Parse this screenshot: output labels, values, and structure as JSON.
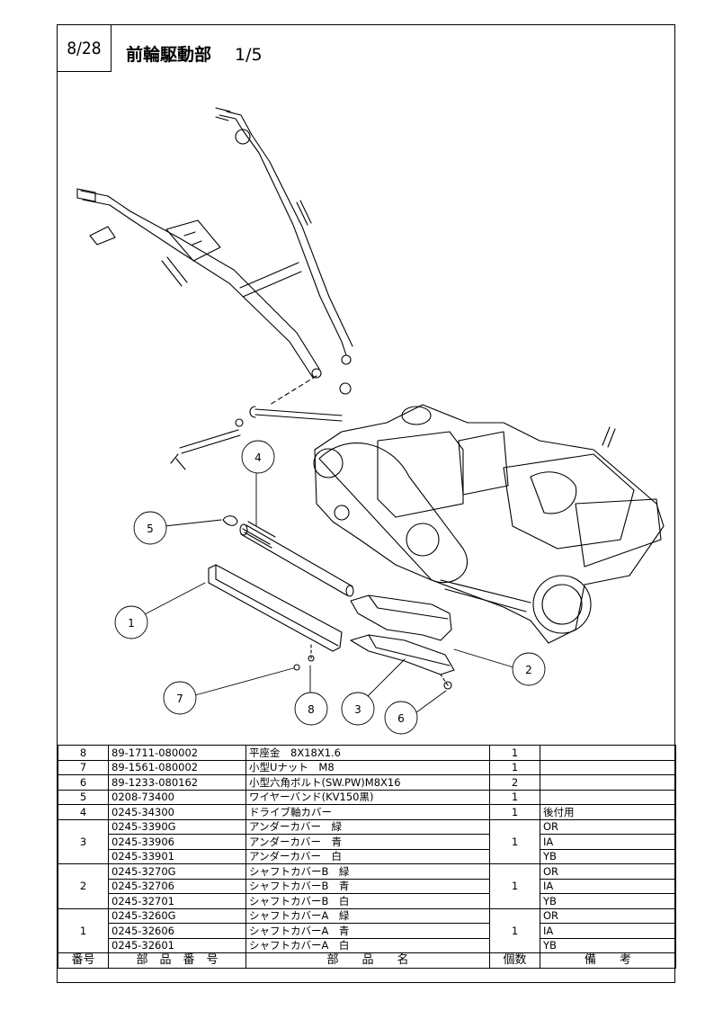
{
  "header": {
    "page": "8/28",
    "title": "前輪駆動部",
    "subtitle": "1/5"
  },
  "callouts": [
    "1",
    "2",
    "3",
    "4",
    "5",
    "6",
    "7",
    "8"
  ],
  "table": {
    "headers": {
      "no": "番号",
      "part_number": "部　品　番　号",
      "part_name": "部　　品　　名",
      "qty": "個数",
      "remarks": "備　　考"
    },
    "rows": [
      {
        "no": "8",
        "part_number": "89-1711-080002",
        "part_name": "平座金　8X18X1.6",
        "qty": "1",
        "remarks": ""
      },
      {
        "no": "7",
        "part_number": "89-1561-080002",
        "part_name": "小型Uナット　M8",
        "qty": "1",
        "remarks": ""
      },
      {
        "no": "6",
        "part_number": "89-1233-080162",
        "part_name": "小型六角ボルト(SW.PW)M8X16",
        "qty": "2",
        "remarks": ""
      },
      {
        "no": "5",
        "part_number": "0208-73400",
        "part_name": "ワイヤーバンド(KV150黒)",
        "qty": "1",
        "remarks": ""
      },
      {
        "no": "4",
        "part_number": "0245-34300",
        "part_name": "ドライブ軸カバー",
        "qty": "1",
        "remarks": "後付用"
      },
      {
        "no": "3",
        "part_number": "0245-3390G",
        "part_name": "アンダーカバー　緑",
        "qty": "1",
        "remarks": "OR"
      },
      {
        "no": "",
        "part_number": "0245-33906",
        "part_name": "アンダーカバー　青",
        "qty": "",
        "remarks": "IA"
      },
      {
        "no": "",
        "part_number": "0245-33901",
        "part_name": "アンダーカバー　白",
        "qty": "",
        "remarks": "YB"
      },
      {
        "no": "2",
        "part_number": "0245-3270G",
        "part_name": "シャフトカバーB　緑",
        "qty": "1",
        "remarks": "OR"
      },
      {
        "no": "",
        "part_number": "0245-32706",
        "part_name": "シャフトカバーB　青",
        "qty": "",
        "remarks": "IA"
      },
      {
        "no": "",
        "part_number": "0245-32701",
        "part_name": "シャフトカバーB　白",
        "qty": "",
        "remarks": "YB"
      },
      {
        "no": "1",
        "part_number": "0245-3260G",
        "part_name": "シャフトカバーA　緑",
        "qty": "1",
        "remarks": "OR"
      },
      {
        "no": "",
        "part_number": "0245-32606",
        "part_name": "シャフトカバーA　青",
        "qty": "",
        "remarks": "IA"
      },
      {
        "no": "",
        "part_number": "0245-32601",
        "part_name": "シャフトカバーA　白",
        "qty": "",
        "remarks": "YB"
      }
    ]
  }
}
